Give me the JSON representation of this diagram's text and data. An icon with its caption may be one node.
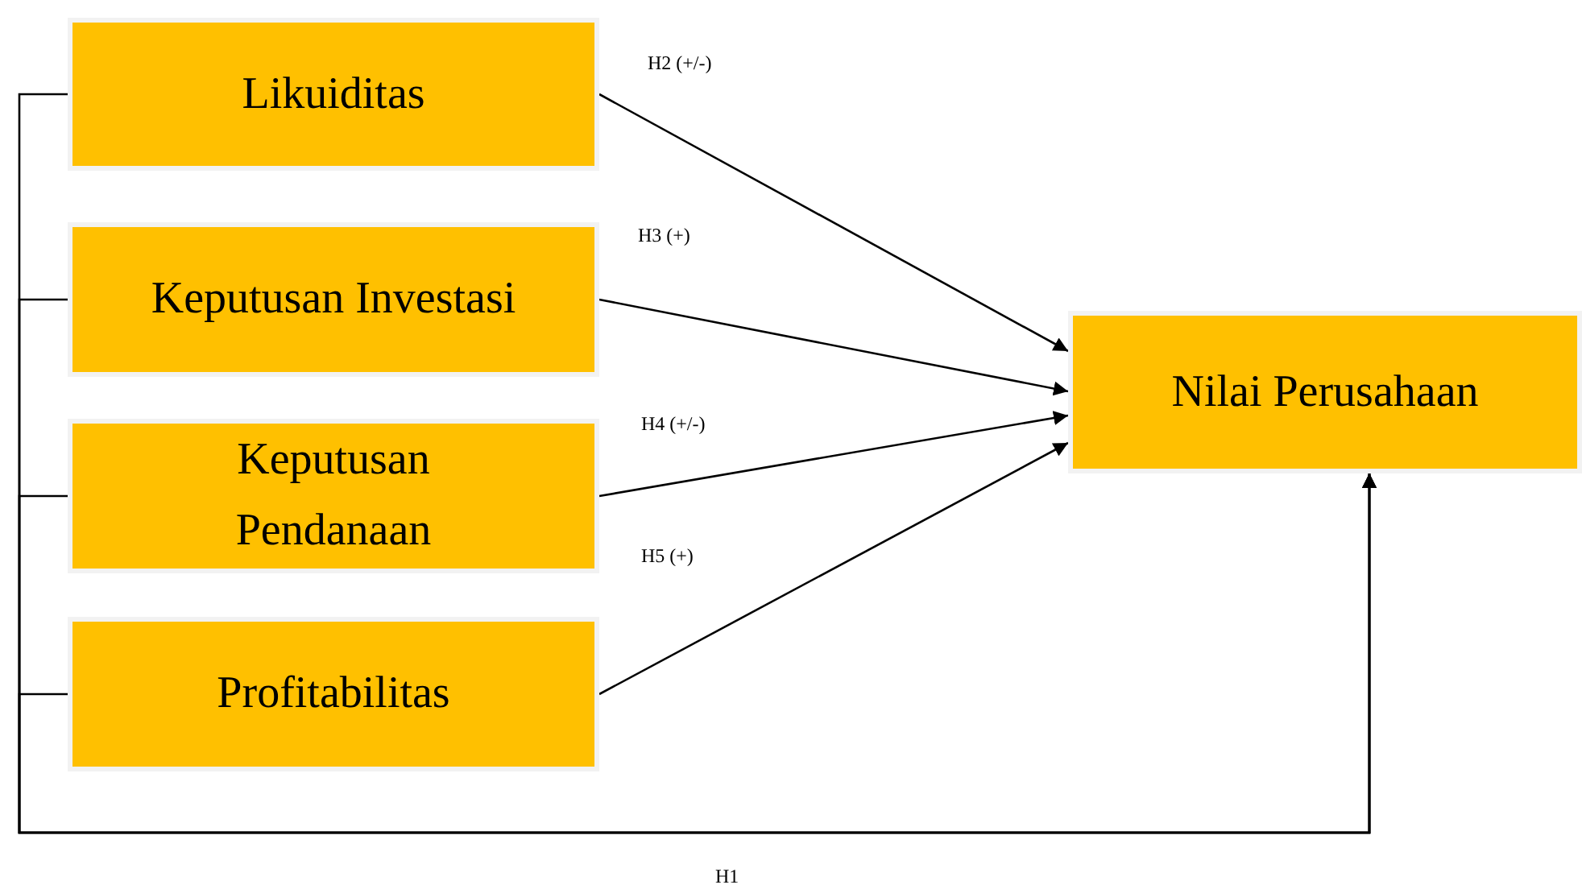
{
  "diagram": {
    "nodes": [
      {
        "text": [
          "Likuiditas"
        ]
      },
      {
        "text": [
          "Keputusan Investasi"
        ]
      },
      {
        "text": [
          "Keputusan Pendanaan"
        ]
      },
      {
        "text": [
          "Profitabilitas"
        ]
      },
      {
        "text": [
          "Nilai Perusahaan"
        ]
      }
    ],
    "edges": [
      {
        "from": 0,
        "to": 4,
        "arrow": "to",
        "label": "H2 (+/-)"
      },
      {
        "from": 1,
        "to": 4,
        "arrow": "to",
        "label": "H3 (+)"
      },
      {
        "from": 2,
        "to": 4,
        "arrow": "to",
        "label": "H4 (+/-)"
      },
      {
        "from": 3,
        "to": 4,
        "arrow": "to",
        "label": "H5 (+)"
      },
      {
        "from": 0,
        "to": 4,
        "arrow": "to",
        "label": "H1"
      },
      {
        "from": 1,
        "to": 4,
        "arrow": "to"
      },
      {
        "from": 2,
        "to": 4,
        "arrow": "to"
      },
      {
        "from": 3,
        "to": 4,
        "arrow": "to"
      }
    ]
  }
}
